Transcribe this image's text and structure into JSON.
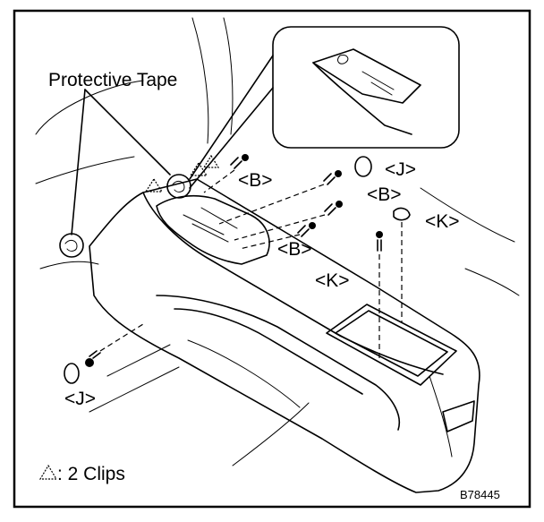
{
  "labels": {
    "protective_tape": "Protective Tape",
    "b": "<B>",
    "j": "<J>",
    "k": "<K>"
  },
  "legend": {
    "text": ": 2 Clips"
  },
  "figure_id": "B78445"
}
